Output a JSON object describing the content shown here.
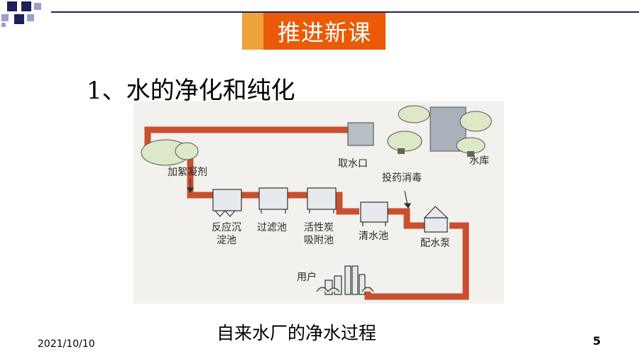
{
  "header": {
    "section_label": "推进新课"
  },
  "heading": "1、水的净化和纯化",
  "diagram": {
    "labels": {
      "intake": "取水口",
      "reservoir": "水库",
      "coagulant": "加絮凝剂",
      "disinfect": "投药消毒",
      "reaction_line1": "反应沉",
      "reaction_line2": "淀池",
      "filter": "过滤池",
      "carbon_line1": "活性炭",
      "carbon_line2": "吸附池",
      "clear": "清水池",
      "pump": "配水泵",
      "user": "用户"
    }
  },
  "caption": "自来水厂的净水过程",
  "footer": {
    "date": "2021/10/10",
    "page": "5"
  },
  "colors": {
    "pipe": "#c9502f",
    "accent_orange": "#ea5a07",
    "accent_light": "#f0a23a",
    "navy": "#1f1f5a"
  }
}
